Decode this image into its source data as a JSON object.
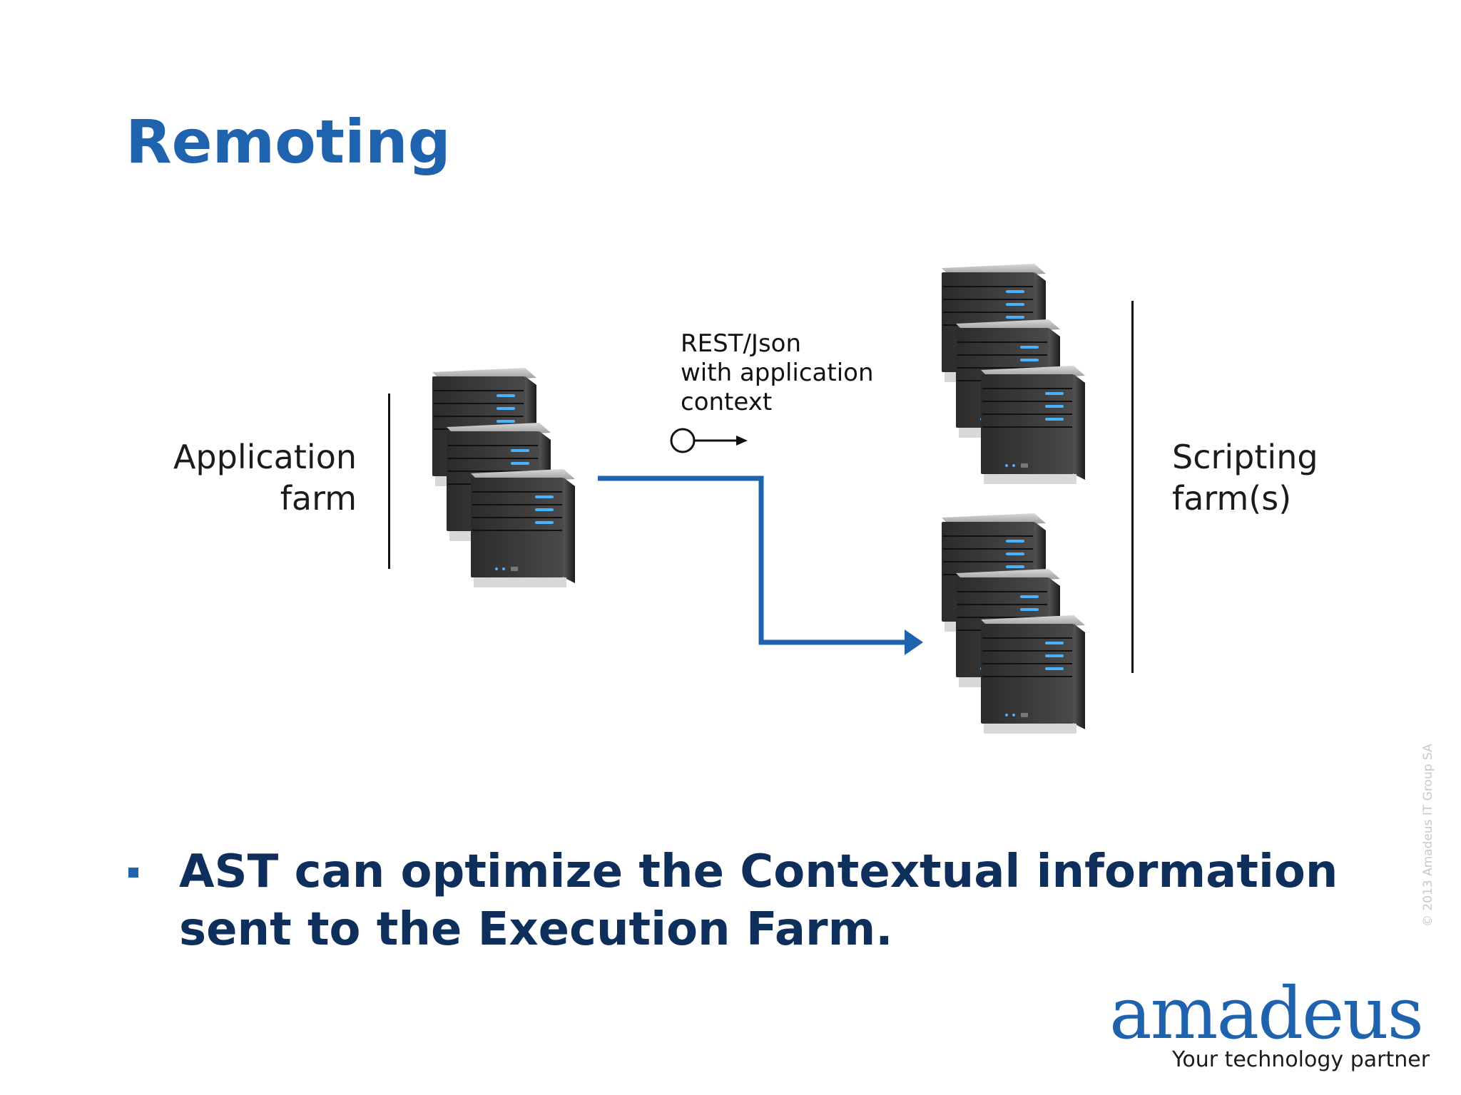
{
  "title": "Remoting",
  "diagram": {
    "left_label": {
      "line1": "Application",
      "line2": "farm"
    },
    "right_label": {
      "line1": "Scripting",
      "line2": "farm(s)"
    },
    "connection_label": {
      "line1": "REST/Json",
      "line2": "with application",
      "line3": "context"
    },
    "connector_color": "#1f63ae"
  },
  "bullet": {
    "text": "AST can optimize the Contextual information sent to the Execution Farm."
  },
  "copyright": "© 2013 Amadeus IT Group SA",
  "logo": {
    "name": "amadeus",
    "tagline": "Your technology partner",
    "color": "#1f63ae"
  }
}
